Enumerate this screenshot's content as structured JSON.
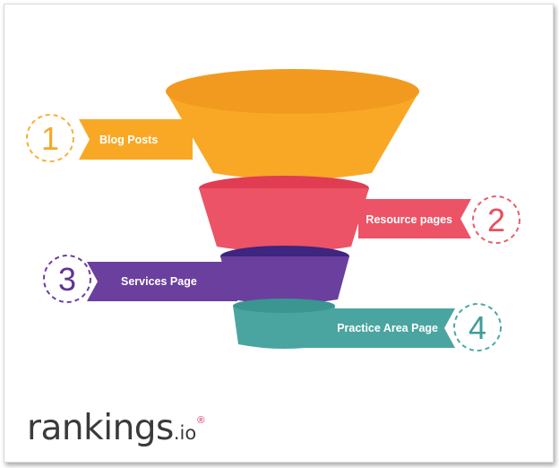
{
  "funnel": {
    "stages": [
      {
        "number": "1",
        "label": "Blog Posts",
        "color": "#f9a826",
        "dark_color": "#f29a1f",
        "ring_color": "#f7b035"
      },
      {
        "number": "2",
        "label": "Resource pages",
        "color": "#ec5366",
        "dark_color": "#e03d52",
        "ring_color": "#e95d6c"
      },
      {
        "number": "3",
        "label": "Services Page",
        "color": "#6a3f9e",
        "dark_color": "#3d2580",
        "ring_color": "#6b3ea0"
      },
      {
        "number": "4",
        "label": "Practice Area Page",
        "color": "#4aa5a0",
        "dark_color": "#3b9590",
        "ring_color": "#4aa9a3"
      }
    ]
  },
  "brand": {
    "word": "rankings",
    "tld": ".io",
    "mark": "®",
    "color": "#3a3a3a",
    "accent": "#d9285a"
  }
}
